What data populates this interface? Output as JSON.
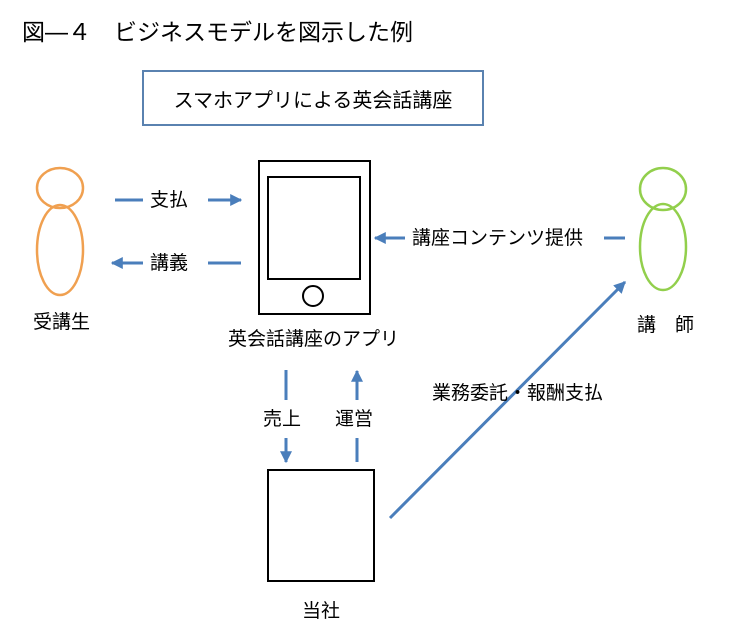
{
  "title": "図―４　ビジネスモデルを図示した例",
  "banner": "スマホアプリによる英会話講座",
  "nodes": {
    "student": "受講生",
    "app": "英会話講座のアプリ",
    "teacher": "講　師",
    "company": "当社"
  },
  "edges": {
    "payment": "支払",
    "lecture": "講義",
    "content": "講座コンテンツ提供",
    "sales": "売上",
    "operation": "運営",
    "outsourcing": "業務委託・報酬支払"
  },
  "colors": {
    "arrow": "#4a7ebb",
    "student_outline": "#f0a050",
    "teacher_outline": "#92cf4c",
    "border": "#000000"
  }
}
